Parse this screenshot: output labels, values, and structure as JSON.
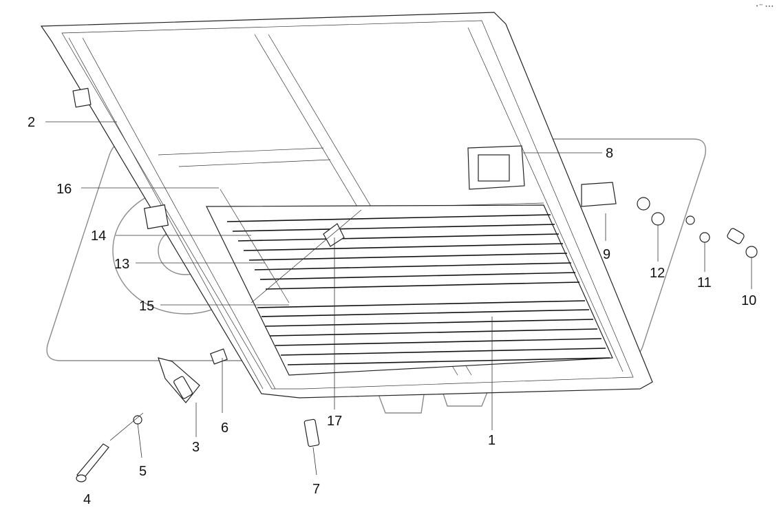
{
  "diagram": {
    "corner_mark": "•™ ∙∙∙",
    "callouts": [
      {
        "id": "1",
        "text": "1"
      },
      {
        "id": "2",
        "text": "2"
      },
      {
        "id": "3",
        "text": "3"
      },
      {
        "id": "4",
        "text": "4"
      },
      {
        "id": "5",
        "text": "5"
      },
      {
        "id": "6",
        "text": "6"
      },
      {
        "id": "7",
        "text": "7"
      },
      {
        "id": "8",
        "text": "8"
      },
      {
        "id": "9",
        "text": "9"
      },
      {
        "id": "10",
        "text": "10"
      },
      {
        "id": "11",
        "text": "11"
      },
      {
        "id": "12",
        "text": "12"
      },
      {
        "id": "13",
        "text": "13"
      },
      {
        "id": "14",
        "text": "14"
      },
      {
        "id": "15",
        "text": "15"
      },
      {
        "id": "16",
        "text": "16"
      },
      {
        "id": "17",
        "text": "17"
      }
    ]
  }
}
